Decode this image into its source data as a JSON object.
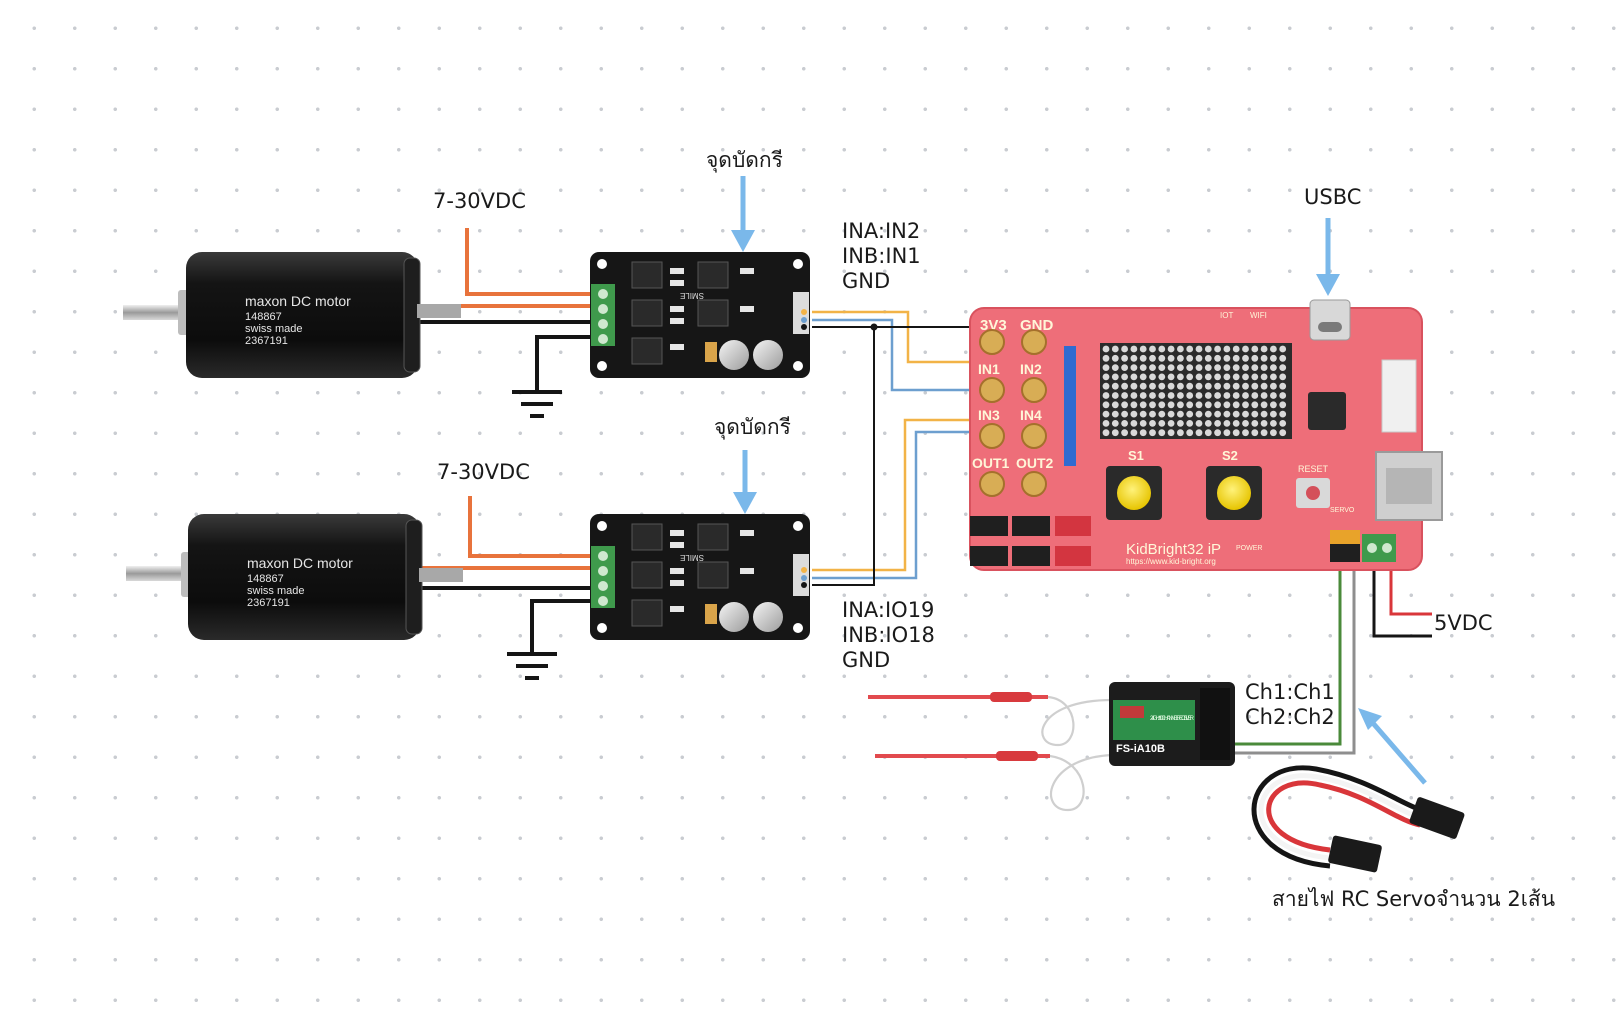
{
  "labels": {
    "driver_top_arrow": "จุดบัดกรี",
    "driver_bottom_arrow": "จุดบัดกรี",
    "supply_top": "7-30VDC",
    "supply_bottom": "7-30VDC",
    "driver_top_pins": [
      "INA:IN2",
      "INB:IN1",
      "GND"
    ],
    "driver_bottom_pins": [
      "INA:IO19",
      "INB:IO18",
      "GND"
    ],
    "usbc": "USBC",
    "supply_5v": "5VDC",
    "receiver_channels": [
      "Ch1:Ch1",
      "Ch2:Ch2"
    ],
    "servo_cable": "สายไฟ RC Servoจำนวน 2เส้น"
  },
  "motors": [
    {
      "brand": "maxon DC motor",
      "part": "148867",
      "origin": "swiss made",
      "serial": "2367191"
    },
    {
      "brand": "maxon DC motor",
      "part": "148867",
      "origin": "swiss made",
      "serial": "2367191"
    }
  ],
  "driver_silk": "SMILE",
  "board": {
    "name": "KidBright32 iP",
    "url": "https://www.kid-bright.org",
    "top_labels": [
      "3V3",
      "GND"
    ],
    "pin_labels": [
      "IN1",
      "IN2",
      "IN3",
      "IN4",
      "OUT1",
      "OUT2"
    ],
    "button_labels": [
      "S1",
      "S2"
    ],
    "reset_label": "RESET",
    "header_labels": [
      "IOT",
      "WIFI"
    ],
    "servo_label": "SERVO",
    "power_label": "POWER"
  },
  "receiver": {
    "model": "FS-iA10B",
    "description": "2.4GHz 10 CHANNEL RECEIVER"
  },
  "colors": {
    "arrow": "#7ab8ea",
    "wire_orange": "#e8733c",
    "wire_black": "#151515",
    "wire_yellow": "#f2b347",
    "wire_blue": "#6d9fcf",
    "wire_green": "#4a8a3a",
    "wire_gray": "#8e8e8e",
    "wire_red": "#d9363a",
    "board_pink": "#ee6e79"
  }
}
